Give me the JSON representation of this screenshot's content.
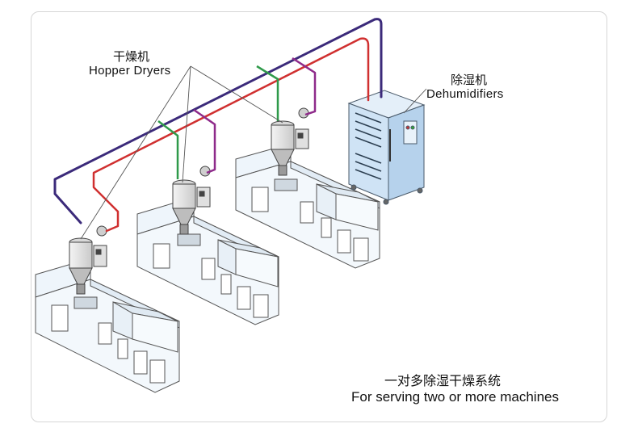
{
  "labels": {
    "dryer_cn": "干燥机",
    "dryer_en": "Hopper Dryers",
    "dehumidifier_cn": "除湿机",
    "dehumidifier_en": "Dehumidifiers",
    "system_cn": "一对多除湿干燥系统",
    "system_en": "For serving two or more machines"
  },
  "colors": {
    "dry_air_pipe": "#3b2a7a",
    "return_air_pipe": "#d03030",
    "branch_green": "#2f9a4a",
    "branch_purple": "#8e2a8a",
    "dehumidifier_body": "#cfe3f5",
    "machine_body": "#eef5fb",
    "line": "#555555"
  }
}
